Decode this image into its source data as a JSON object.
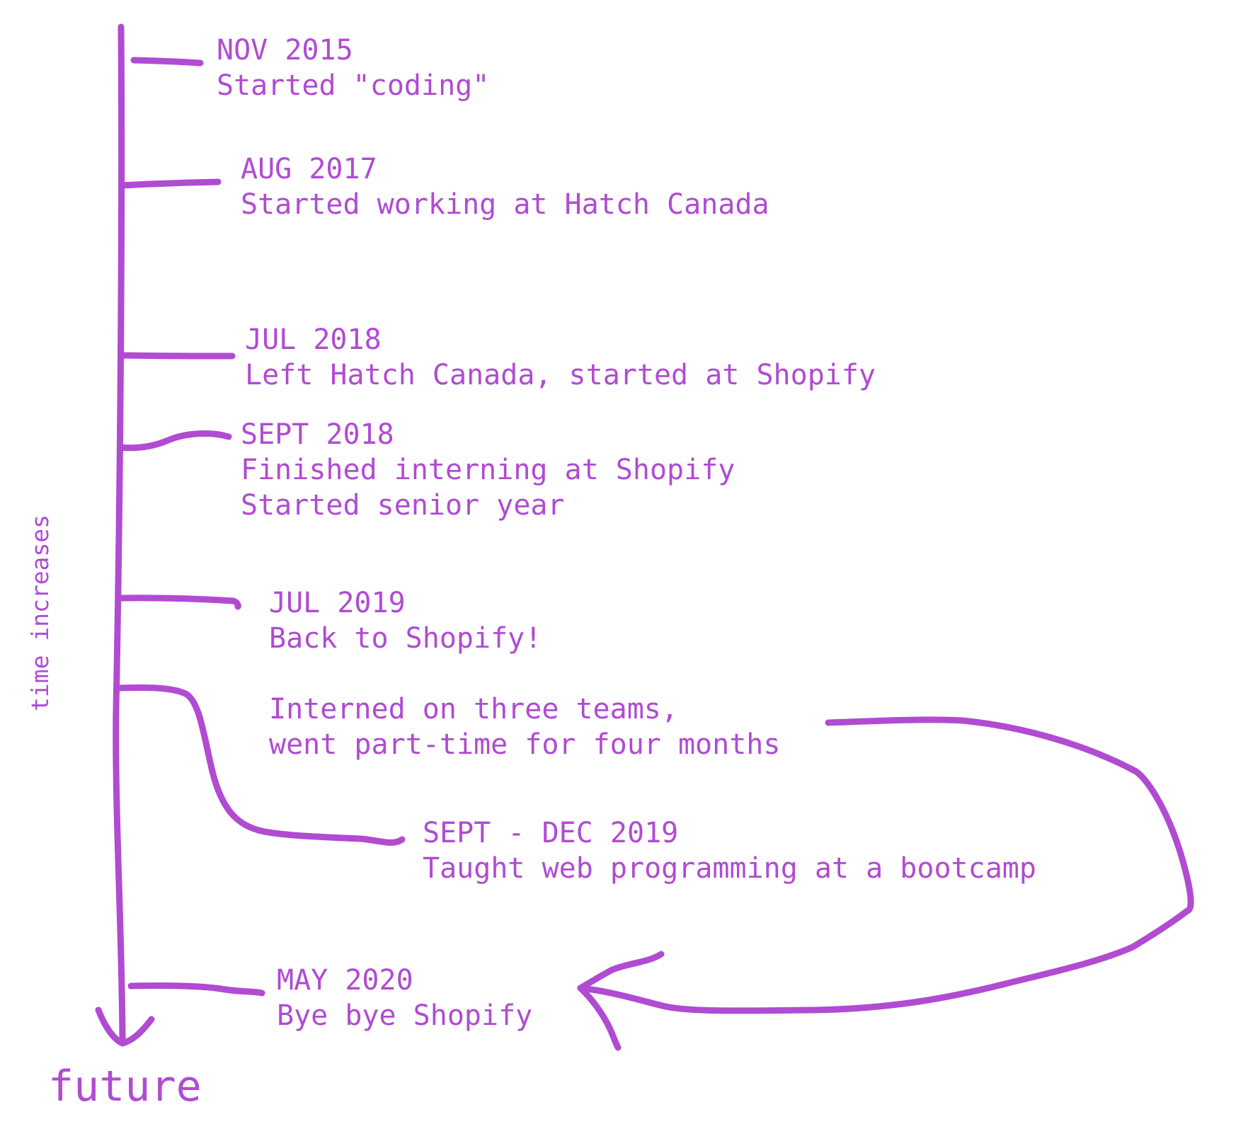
{
  "theme": {
    "ink": "#b04bd2",
    "background": "#ffffff"
  },
  "axis": {
    "side_label": "time increases",
    "end_label": "future",
    "arrow_icon": "arrow-down-icon"
  },
  "entries": [
    {
      "date": "NOV 2015",
      "lines": [
        "Started \"coding\""
      ]
    },
    {
      "date": "AUG 2017",
      "lines": [
        "Started working at Hatch Canada"
      ]
    },
    {
      "date": "JUL 2018",
      "lines": [
        "Left Hatch Canada, started at Shopify"
      ]
    },
    {
      "date": "SEPT 2018",
      "lines": [
        "Finished interning at Shopify",
        "Started senior year"
      ]
    },
    {
      "date": "JUL 2019",
      "lines": [
        "Back to Shopify!"
      ]
    },
    {
      "date": "",
      "lines": [
        "Interned on three teams,",
        "went part-time for four months"
      ]
    },
    {
      "date": "SEPT - DEC 2019",
      "lines": [
        "Taught web programming at a bootcamp"
      ]
    },
    {
      "date": "MAY 2020",
      "lines": [
        "Bye bye Shopify"
      ]
    }
  ]
}
